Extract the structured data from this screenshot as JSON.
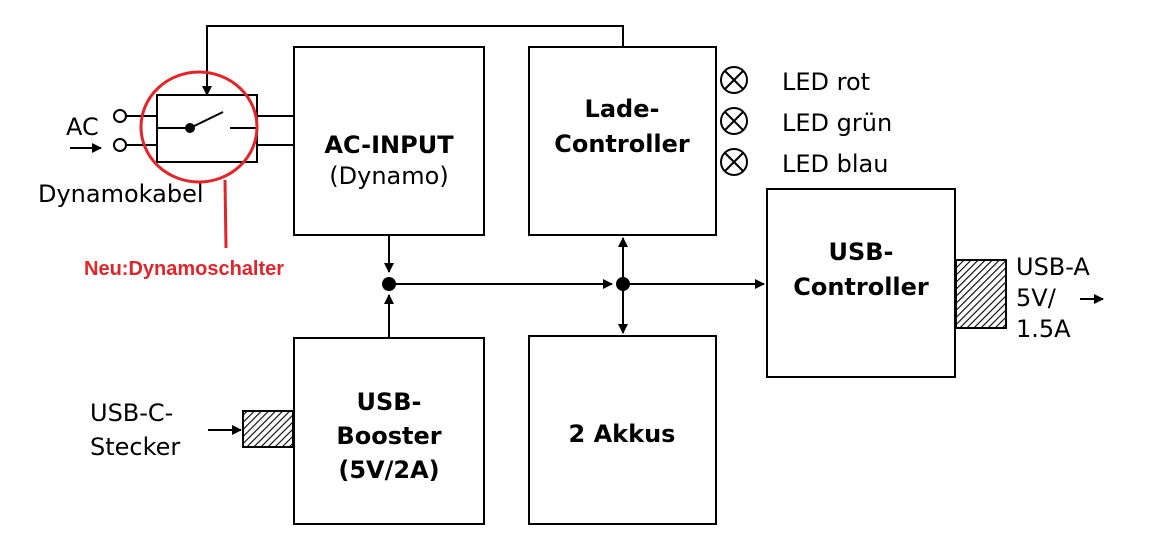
{
  "labels": {
    "ac": "AC",
    "dynamokabel": "Dynamokabel",
    "neu_dynamoschalter": "Neu:Dynamoschalter",
    "ac_input_1": "AC-INPUT",
    "ac_input_2": "(Dynamo)",
    "lade_1": "Lade-",
    "lade_2": "Controller",
    "led_rot": "LED rot",
    "led_gruen": "LED grün",
    "led_blau": "LED blau",
    "usb_ctrl_1": "USB-",
    "usb_ctrl_2": "Controller",
    "usb_a_1": "USB-A",
    "usb_a_2": "5V/",
    "usb_a_3": "1.5A",
    "usb_c_1": "USB-C-",
    "usb_c_2": "Stecker",
    "booster_1": "USB-",
    "booster_2": "Booster",
    "booster_3": "(5V/2A)",
    "akkus": "2 Akkus"
  },
  "colors": {
    "highlight": "#e0262a",
    "line": "#000000",
    "hatch": "#000000"
  },
  "icons": {
    "led": "crossed-circle-lamp-icon",
    "switch": "switch-icon",
    "terminal": "open-circle-terminal-icon",
    "arrow": "arrow-icon"
  }
}
